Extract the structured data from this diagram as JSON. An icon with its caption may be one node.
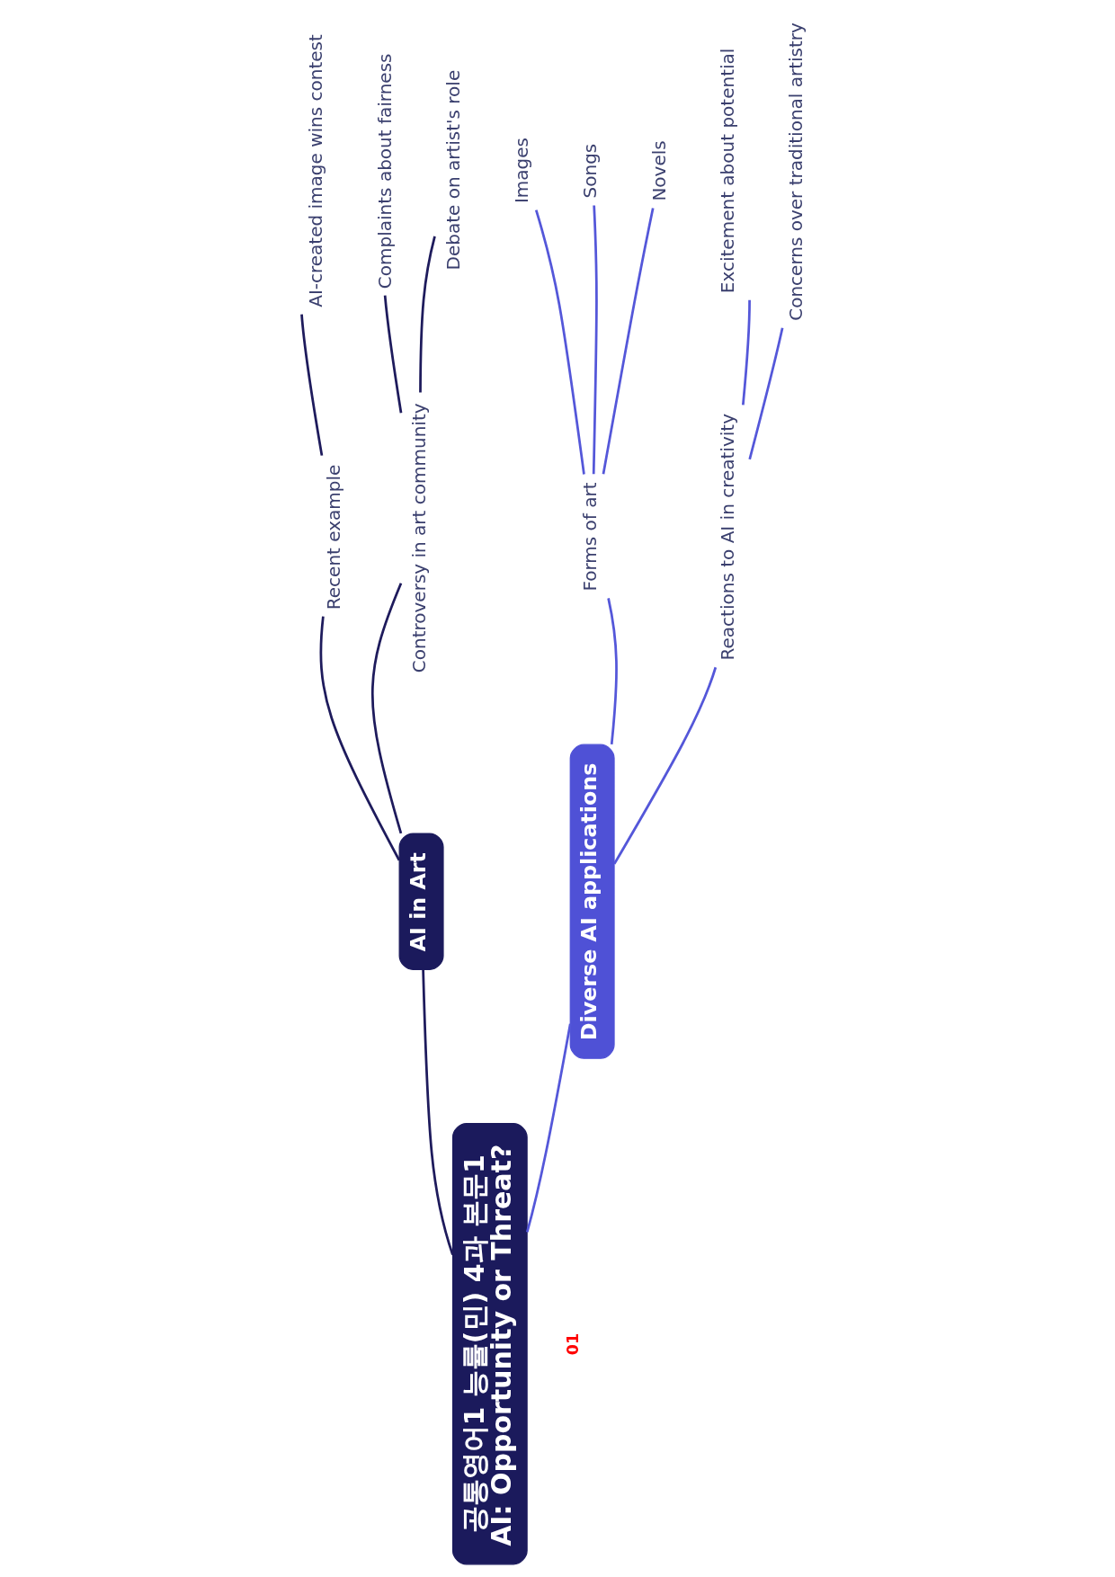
{
  "diagram": {
    "nodes": [
      {
        "text": [
          "공통영어1 능률(민) 4과 본문1",
          "AI: Opportunity or Threat?"
        ]
      },
      {
        "text": [
          "AI in Art"
        ]
      },
      {
        "text": [
          "Recent example"
        ]
      },
      {
        "text": [
          "AI-created image wins contest"
        ]
      },
      {
        "text": [
          "Controversy in art community"
        ]
      },
      {
        "text": [
          "Complaints about fairness"
        ]
      },
      {
        "text": [
          "Debate on artist's role"
        ]
      },
      {
        "text": [
          "Diverse AI applications"
        ]
      },
      {
        "text": [
          "Forms of art"
        ]
      },
      {
        "text": [
          "Images"
        ]
      },
      {
        "text": [
          "Songs"
        ]
      },
      {
        "text": [
          "Novels"
        ]
      },
      {
        "text": [
          "Reactions to AI in creativity"
        ]
      },
      {
        "text": [
          "Excitement about potential"
        ]
      },
      {
        "text": [
          "Concerns over traditional artistry"
        ]
      }
    ],
    "edges": [
      {
        "from": 0,
        "to": 1,
        "arrow": "none",
        "color": "#1e1b5c"
      },
      {
        "from": 1,
        "to": 2,
        "arrow": "none",
        "color": "#1e1b5c"
      },
      {
        "from": 2,
        "to": 3,
        "arrow": "none",
        "color": "#1e1b5c"
      },
      {
        "from": 1,
        "to": 4,
        "arrow": "none",
        "color": "#1e1b5c"
      },
      {
        "from": 4,
        "to": 5,
        "arrow": "none",
        "color": "#1e1b5c"
      },
      {
        "from": 4,
        "to": 6,
        "arrow": "none",
        "color": "#1e1b5c"
      },
      {
        "from": 0,
        "to": 7,
        "arrow": "none"
      },
      {
        "from": 7,
        "to": 8,
        "arrow": "none"
      },
      {
        "from": 8,
        "to": 9,
        "arrow": "none"
      },
      {
        "from": 8,
        "to": 10,
        "arrow": "none"
      },
      {
        "from": 8,
        "to": 11,
        "arrow": "none"
      },
      {
        "from": 7,
        "to": 12,
        "arrow": "none"
      },
      {
        "from": 12,
        "to": 13,
        "arrow": "none"
      },
      {
        "from": 12,
        "to": 14,
        "arrow": "none"
      }
    ],
    "labels": [
      "01"
    ]
  }
}
